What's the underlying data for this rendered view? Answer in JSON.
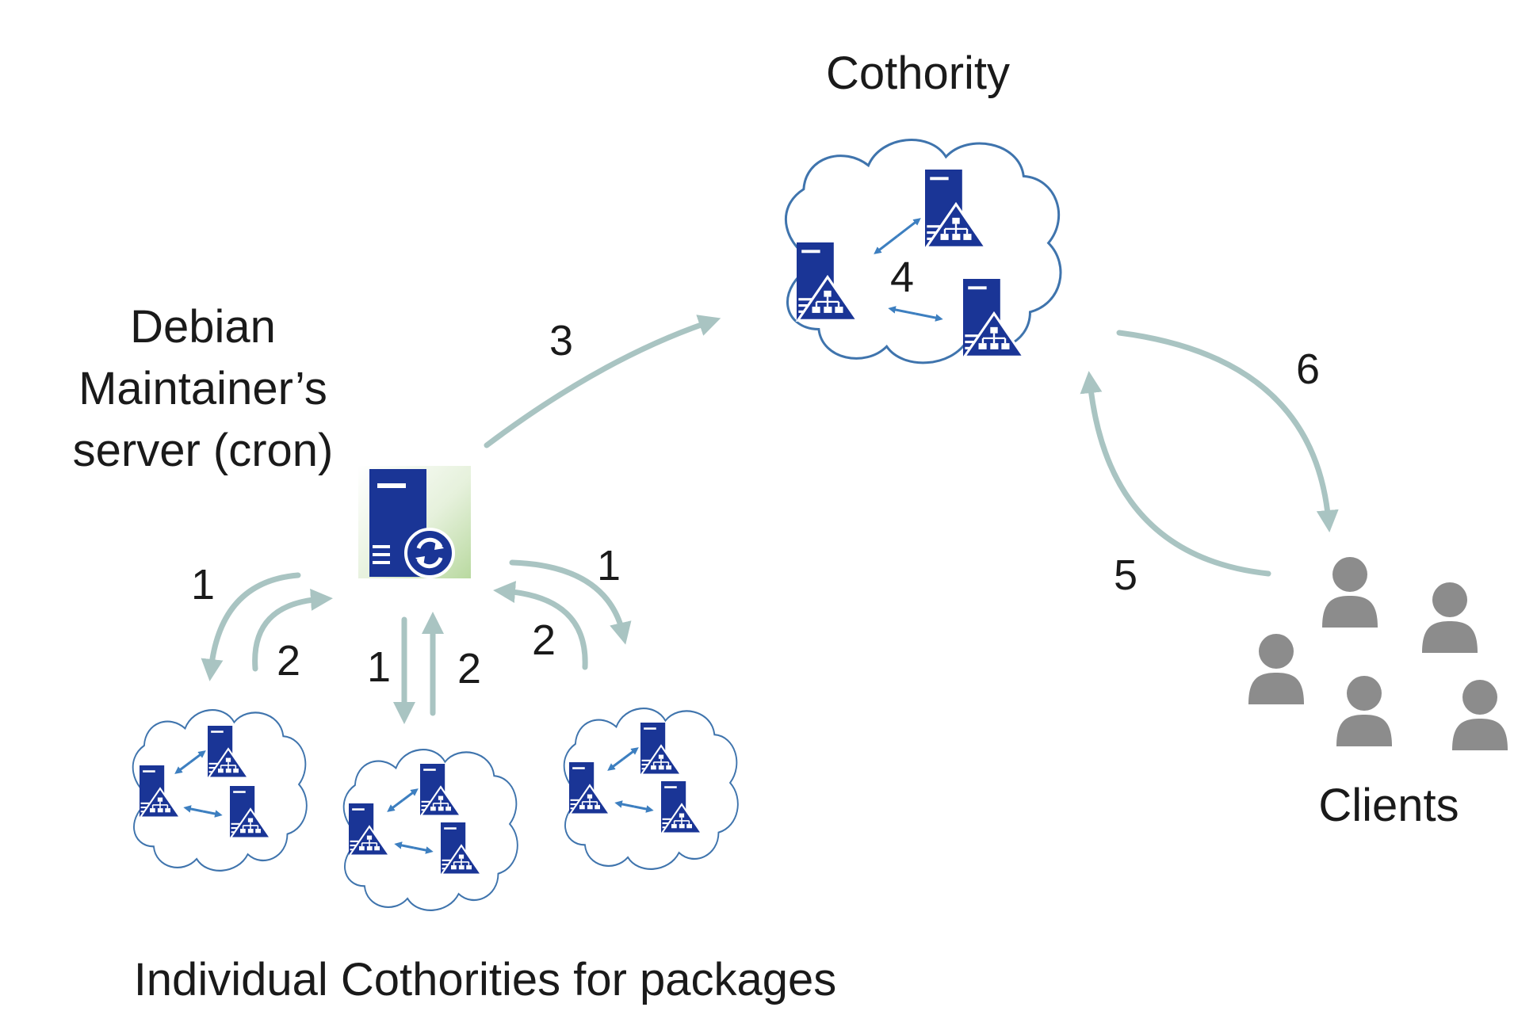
{
  "labels": {
    "cothority": "Cothority",
    "maintainer_line1": "Debian",
    "maintainer_line2": "Maintainer’s",
    "maintainer_line3": "server (cron)",
    "individual": "Individual Cothorities for packages",
    "clients": "Clients"
  },
  "steps": {
    "s1_left": "1",
    "s2_left": "2",
    "s1_mid": "1",
    "s2_mid": "2",
    "s1_right": "1",
    "s2_right": "2",
    "s3": "3",
    "s4": "4",
    "s5": "5",
    "s6": "6"
  },
  "colors": {
    "server": "#1a3596",
    "cloud_stroke": "#3f74ad",
    "flow_arrow": "#a9c4c2",
    "inner_arrow": "#3d7fc0",
    "client": "#8c8c8c",
    "maintainer_glow": "#c6dfb0"
  },
  "icons": {
    "cothority_server": "server-network-icon",
    "maintainer_server": "server-sync-icon",
    "client": "person-icon"
  }
}
